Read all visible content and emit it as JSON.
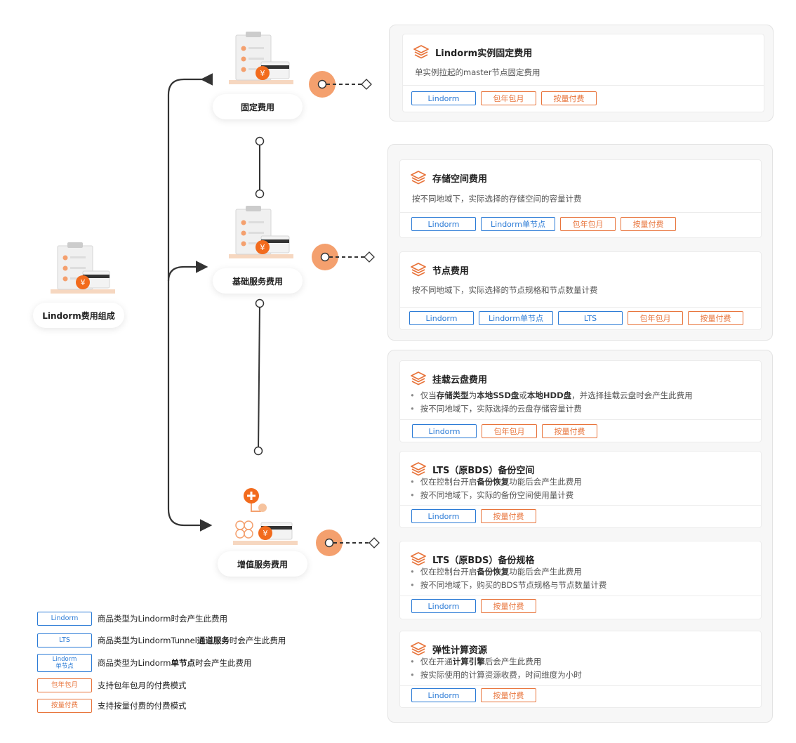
{
  "root_node": {
    "label": "Lindorm费用组成"
  },
  "categories": [
    {
      "label": "固定费用"
    },
    {
      "label": "基础服务费用"
    },
    {
      "label": "增值服务费用"
    }
  ],
  "groups": [
    {
      "cards": [
        {
          "title": "Lindorm实例固定费用",
          "desc": "单实例拉起的master节点固定费用",
          "tags": [
            {
              "text": "Lindorm",
              "color": "blue"
            },
            {
              "text": "包年包月",
              "color": "orange"
            },
            {
              "text": "按量付费",
              "color": "orange"
            }
          ]
        }
      ]
    },
    {
      "cards": [
        {
          "title": "存储空间费用",
          "desc": "按不同地域下，实际选择的存储空间的容量计费",
          "tags": [
            {
              "text": "Lindorm",
              "color": "blue"
            },
            {
              "text": "Lindorm单节点",
              "color": "blue"
            },
            {
              "text": "包年包月",
              "color": "orange"
            },
            {
              "text": "按量付费",
              "color": "orange"
            }
          ]
        },
        {
          "title": "节点费用",
          "desc": "按不同地域下，实际选择的节点规格和节点数量计费",
          "tags": [
            {
              "text": "Lindorm",
              "color": "blue"
            },
            {
              "text": "Lindorm单节点",
              "color": "blue"
            },
            {
              "text": "LTS",
              "color": "blue"
            },
            {
              "text": "包年包月",
              "color": "orange"
            },
            {
              "text": "按量付费",
              "color": "orange"
            }
          ]
        }
      ]
    },
    {
      "cards": [
        {
          "title": "挂载云盘费用",
          "bullets": [
            {
              "parts": [
                {
                  "t": "仅当"
                },
                {
                  "t": "存储类型",
                  "b": true
                },
                {
                  "t": "为"
                },
                {
                  "t": "本地SSD盘",
                  "b": true
                },
                {
                  "t": "或"
                },
                {
                  "t": "本地HDD盘",
                  "b": true
                },
                {
                  "t": "，并选择挂载云盘时会产生此费用"
                }
              ]
            },
            {
              "parts": [
                {
                  "t": "按不同地域下，实际选择的云盘存储容量计费"
                }
              ]
            }
          ],
          "tags": [
            {
              "text": "Lindorm",
              "color": "blue"
            },
            {
              "text": "包年包月",
              "color": "orange"
            },
            {
              "text": "按量付费",
              "color": "orange"
            }
          ]
        },
        {
          "title": "LTS（原BDS）备份空间",
          "bullets": [
            {
              "parts": [
                {
                  "t": "仅在控制台开启"
                },
                {
                  "t": "备份恢复",
                  "b": true
                },
                {
                  "t": "功能后会产生此费用"
                }
              ]
            },
            {
              "parts": [
                {
                  "t": "按不同地域下，实际的备份空间使用量计费"
                }
              ]
            }
          ],
          "tags": [
            {
              "text": "Lindorm",
              "color": "blue"
            },
            {
              "text": "按量付费",
              "color": "orange"
            }
          ]
        },
        {
          "title": "LTS（原BDS）备份规格",
          "bullets": [
            {
              "parts": [
                {
                  "t": "仅在控制台开启"
                },
                {
                  "t": "备份恢复",
                  "b": true
                },
                {
                  "t": "功能后会产生此费用"
                }
              ]
            },
            {
              "parts": [
                {
                  "t": "按不同地域下，购买的BDS节点规格与节点数量计费"
                }
              ]
            }
          ],
          "tags": [
            {
              "text": "Lindorm",
              "color": "blue"
            },
            {
              "text": "按量付费",
              "color": "orange"
            }
          ]
        },
        {
          "title": "弹性计算资源",
          "bullets": [
            {
              "parts": [
                {
                  "t": "仅在开通"
                },
                {
                  "t": "计算引擎",
                  "b": true
                },
                {
                  "t": "后会产生此费用"
                }
              ]
            },
            {
              "parts": [
                {
                  "t": "按实际使用的计算资源收费，时间维度为小时"
                }
              ]
            }
          ],
          "tags": [
            {
              "text": "Lindorm",
              "color": "blue"
            },
            {
              "text": "按量付费",
              "color": "orange"
            }
          ]
        }
      ]
    }
  ],
  "legend": [
    {
      "tag": "Lindorm",
      "tag_color": "blue",
      "parts": [
        {
          "t": "商品类型为Lindorm时会产生此费用"
        }
      ]
    },
    {
      "tag": "LTS",
      "tag_color": "blue",
      "parts": [
        {
          "t": "商品类型为LindormTunnel"
        },
        {
          "t": "通道服务",
          "b": true
        },
        {
          "t": "时会产生此费用"
        }
      ]
    },
    {
      "tag": "Lindorm\n单节点",
      "tag_color": "blue",
      "parts": [
        {
          "t": "商品类型为Lindorm"
        },
        {
          "t": "单节点",
          "b": true
        },
        {
          "t": "时会产生此费用"
        }
      ]
    },
    {
      "tag": "包年包月",
      "tag_color": "orange",
      "parts": [
        {
          "t": "支持包年包月的付费模式"
        }
      ]
    },
    {
      "tag": "按量付费",
      "tag_color": "orange",
      "parts": [
        {
          "t": "支持按量付费的付费模式"
        }
      ]
    }
  ],
  "colors": {
    "blue": "#2b7bd6",
    "orange": "#e8743b",
    "accent": "#f4a06e",
    "line": "#333333"
  }
}
